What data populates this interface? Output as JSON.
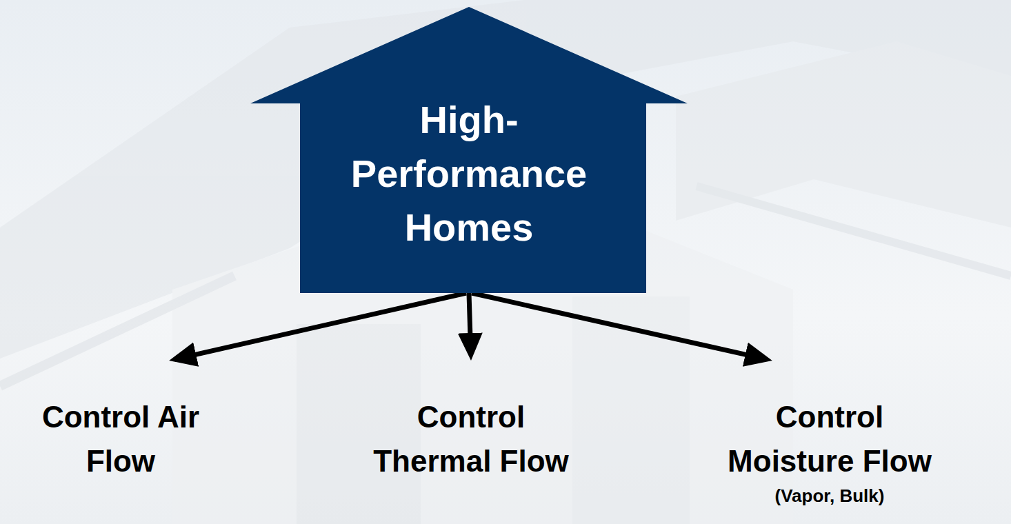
{
  "diagram": {
    "nodes": [
      {
        "text": [
          "High-Performance Homes"
        ]
      },
      {
        "text": [
          "Control Air Flow"
        ]
      },
      {
        "text": [
          "Control Thermal Flow"
        ]
      },
      {
        "text": [
          "Control Moisture Flow",
          "(Vapor, Bulk)"
        ]
      }
    ],
    "edges": [
      {
        "from": 0,
        "to": 1,
        "arrow": "to"
      },
      {
        "from": 0,
        "to": 2,
        "arrow": "to"
      },
      {
        "from": 0,
        "to": 3,
        "arrow": "to"
      }
    ]
  }
}
